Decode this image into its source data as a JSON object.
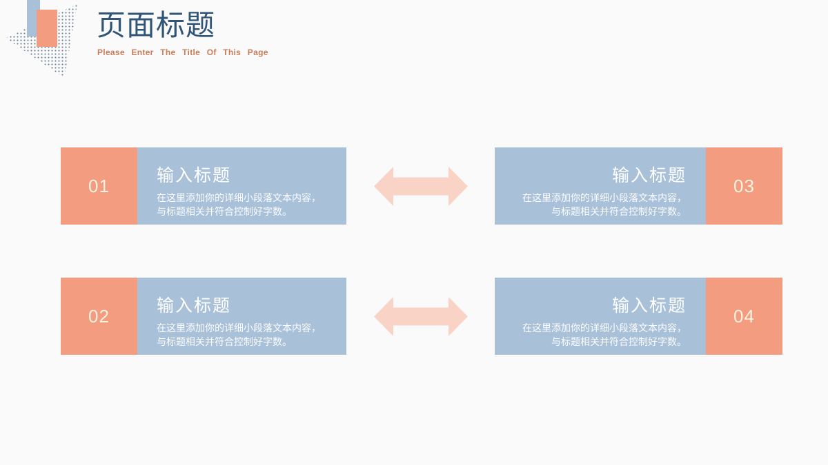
{
  "colors": {
    "background": "#FAFAFA",
    "salmon": "#F49C80",
    "card_blue": "#A9C0D9",
    "arrow_pink": "#F9D3C5",
    "title_navy": "#305578",
    "subtitle_orange": "#C87C5A",
    "dot_navy": "#3A5476",
    "number_cream": "#FBF2DF",
    "card_text": "#FFFFFF"
  },
  "header": {
    "title": "页面标题",
    "subtitle": "Please Enter The Title Of This Page"
  },
  "icons": {
    "double_arrow": "left-right-double-headed-arrow"
  },
  "cards": [
    {
      "number": "01",
      "title": "输入标题",
      "desc_line1": "在这里添加你的详细小段落文本内容，",
      "desc_line2": "与标题相关并符合控制好字数。"
    },
    {
      "number": "02",
      "title": "输入标题",
      "desc_line1": "在这里添加你的详细小段落文本内容，",
      "desc_line2": "与标题相关并符合控制好字数。"
    },
    {
      "number": "03",
      "title": "输入标题",
      "desc_line1": "在这里添加你的详细小段落文本内容，",
      "desc_line2": "与标题相关并符合控制好字数。"
    },
    {
      "number": "04",
      "title": "输入标题",
      "desc_line1": "在这里添加你的详细小段落文本内容，",
      "desc_line2": "与标题相关并符合控制好字数。"
    }
  ]
}
